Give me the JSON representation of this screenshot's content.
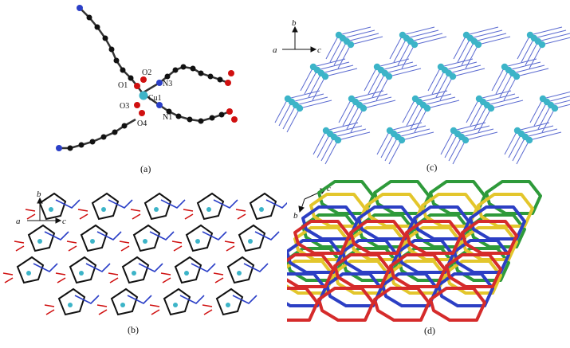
{
  "panels": {
    "a": {
      "caption": "(a)",
      "labels": {
        "o1": "O1",
        "o2": "O2",
        "o3": "O3",
        "o4": "O4",
        "n1": "N1",
        "n3": "N3",
        "cu1": "Cu1"
      }
    },
    "b": {
      "caption": "(b)",
      "axes": {
        "a": "a",
        "b": "b",
        "c": "c"
      }
    },
    "c": {
      "caption": "(c)",
      "axes": {
        "a": "a",
        "b": "b",
        "c": "c"
      }
    },
    "d": {
      "caption": "(d)",
      "axes": {
        "b": "b",
        "c": "c"
      },
      "net_colors": [
        "#2e9a3a",
        "#e3c62c",
        "#2c3fc4",
        "#d52b2b"
      ]
    }
  },
  "colors": {
    "carbon": "#111111",
    "oxygen": "#d01010",
    "nitrogen": "#2b3fc7",
    "copper": "#3cb4c8",
    "bond": "#5a6ad0"
  }
}
